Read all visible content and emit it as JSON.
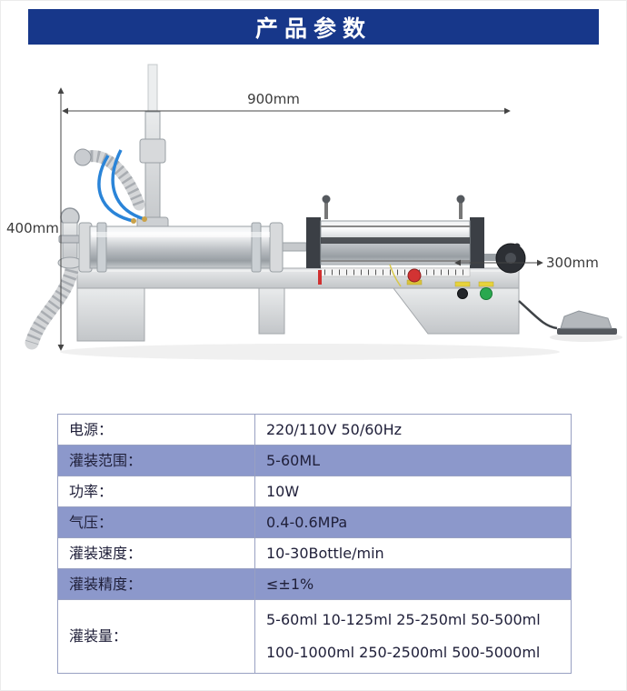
{
  "header": {
    "title": "产品参数"
  },
  "colors": {
    "banner-bg": "#17378a",
    "row-alt": "#8c98cb",
    "table-border": "#98a0c2",
    "page-bg": "#ffffff",
    "tube-blue": "#2a84d8"
  },
  "figure": {
    "description": "pneumatic horizontal liquid filling machine with hoses, foot pedal and dimension arrows",
    "dims": {
      "width": "900mm",
      "height": "400mm",
      "depth": "300mm"
    }
  },
  "table": {
    "rows": [
      {
        "label": "电源：",
        "value": "220/110V 50/60Hz"
      },
      {
        "label": "灌装范围：",
        "value": "5-60ML"
      },
      {
        "label": "功率：",
        "value": "10W"
      },
      {
        "label": "气压：",
        "value": "0.4-0.6MPa"
      },
      {
        "label": "灌装速度：",
        "value": "10-30Bottle/min"
      },
      {
        "label": "灌装精度：",
        "value": "≤±1%"
      },
      {
        "label": "灌装量：",
        "value": "5-60ml 10-125ml 25-250ml 50-500ml\n100-1000ml 250-2500ml 500-5000ml"
      }
    ]
  }
}
